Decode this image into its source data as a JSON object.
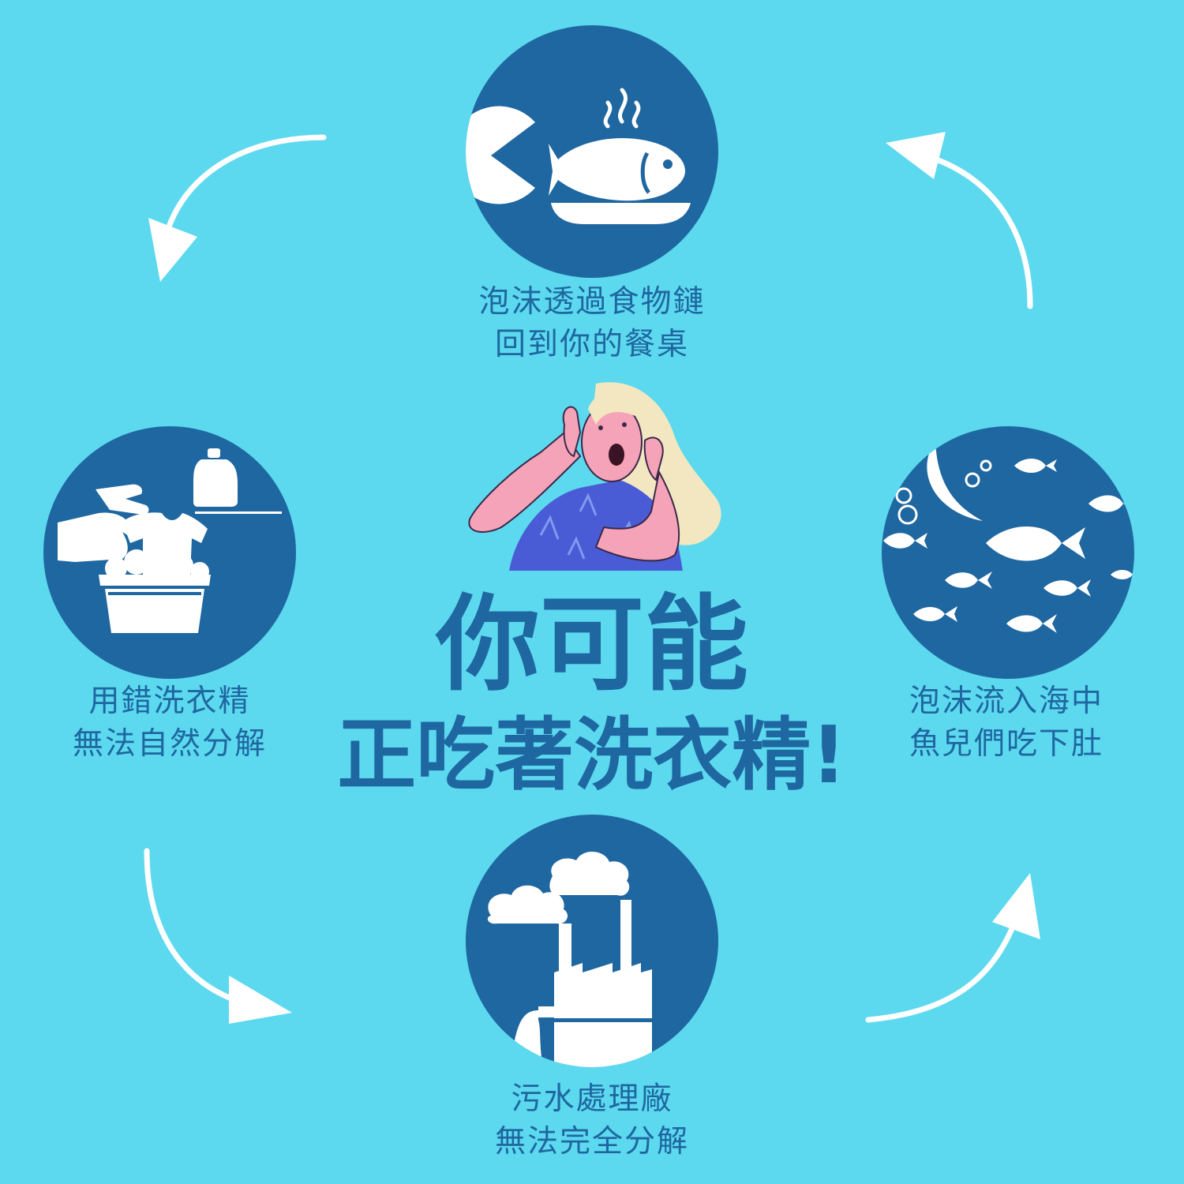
{
  "headline": {
    "line1": "你可能",
    "line2": "正吃著洗衣精!"
  },
  "steps": [
    {
      "icon": "fish-dinner-icon",
      "line1": "泡沫透過食物鏈",
      "line2": "回到你的餐桌"
    },
    {
      "icon": "fish-school-icon",
      "line1": "泡沫流入海中",
      "line2": "魚兒們吃下肚"
    },
    {
      "icon": "factory-icon",
      "line1": "污水處理廠",
      "line2": "無法完全分解"
    },
    {
      "icon": "hand-washing-icon",
      "line1": "用錯洗衣精",
      "line2": "無法自然分解"
    }
  ],
  "colors": {
    "background": "#5cd9ef",
    "circle": "#1f67a0",
    "text": "#1f67a0",
    "icon": "#ffffff",
    "arrow": "#ffffff"
  }
}
